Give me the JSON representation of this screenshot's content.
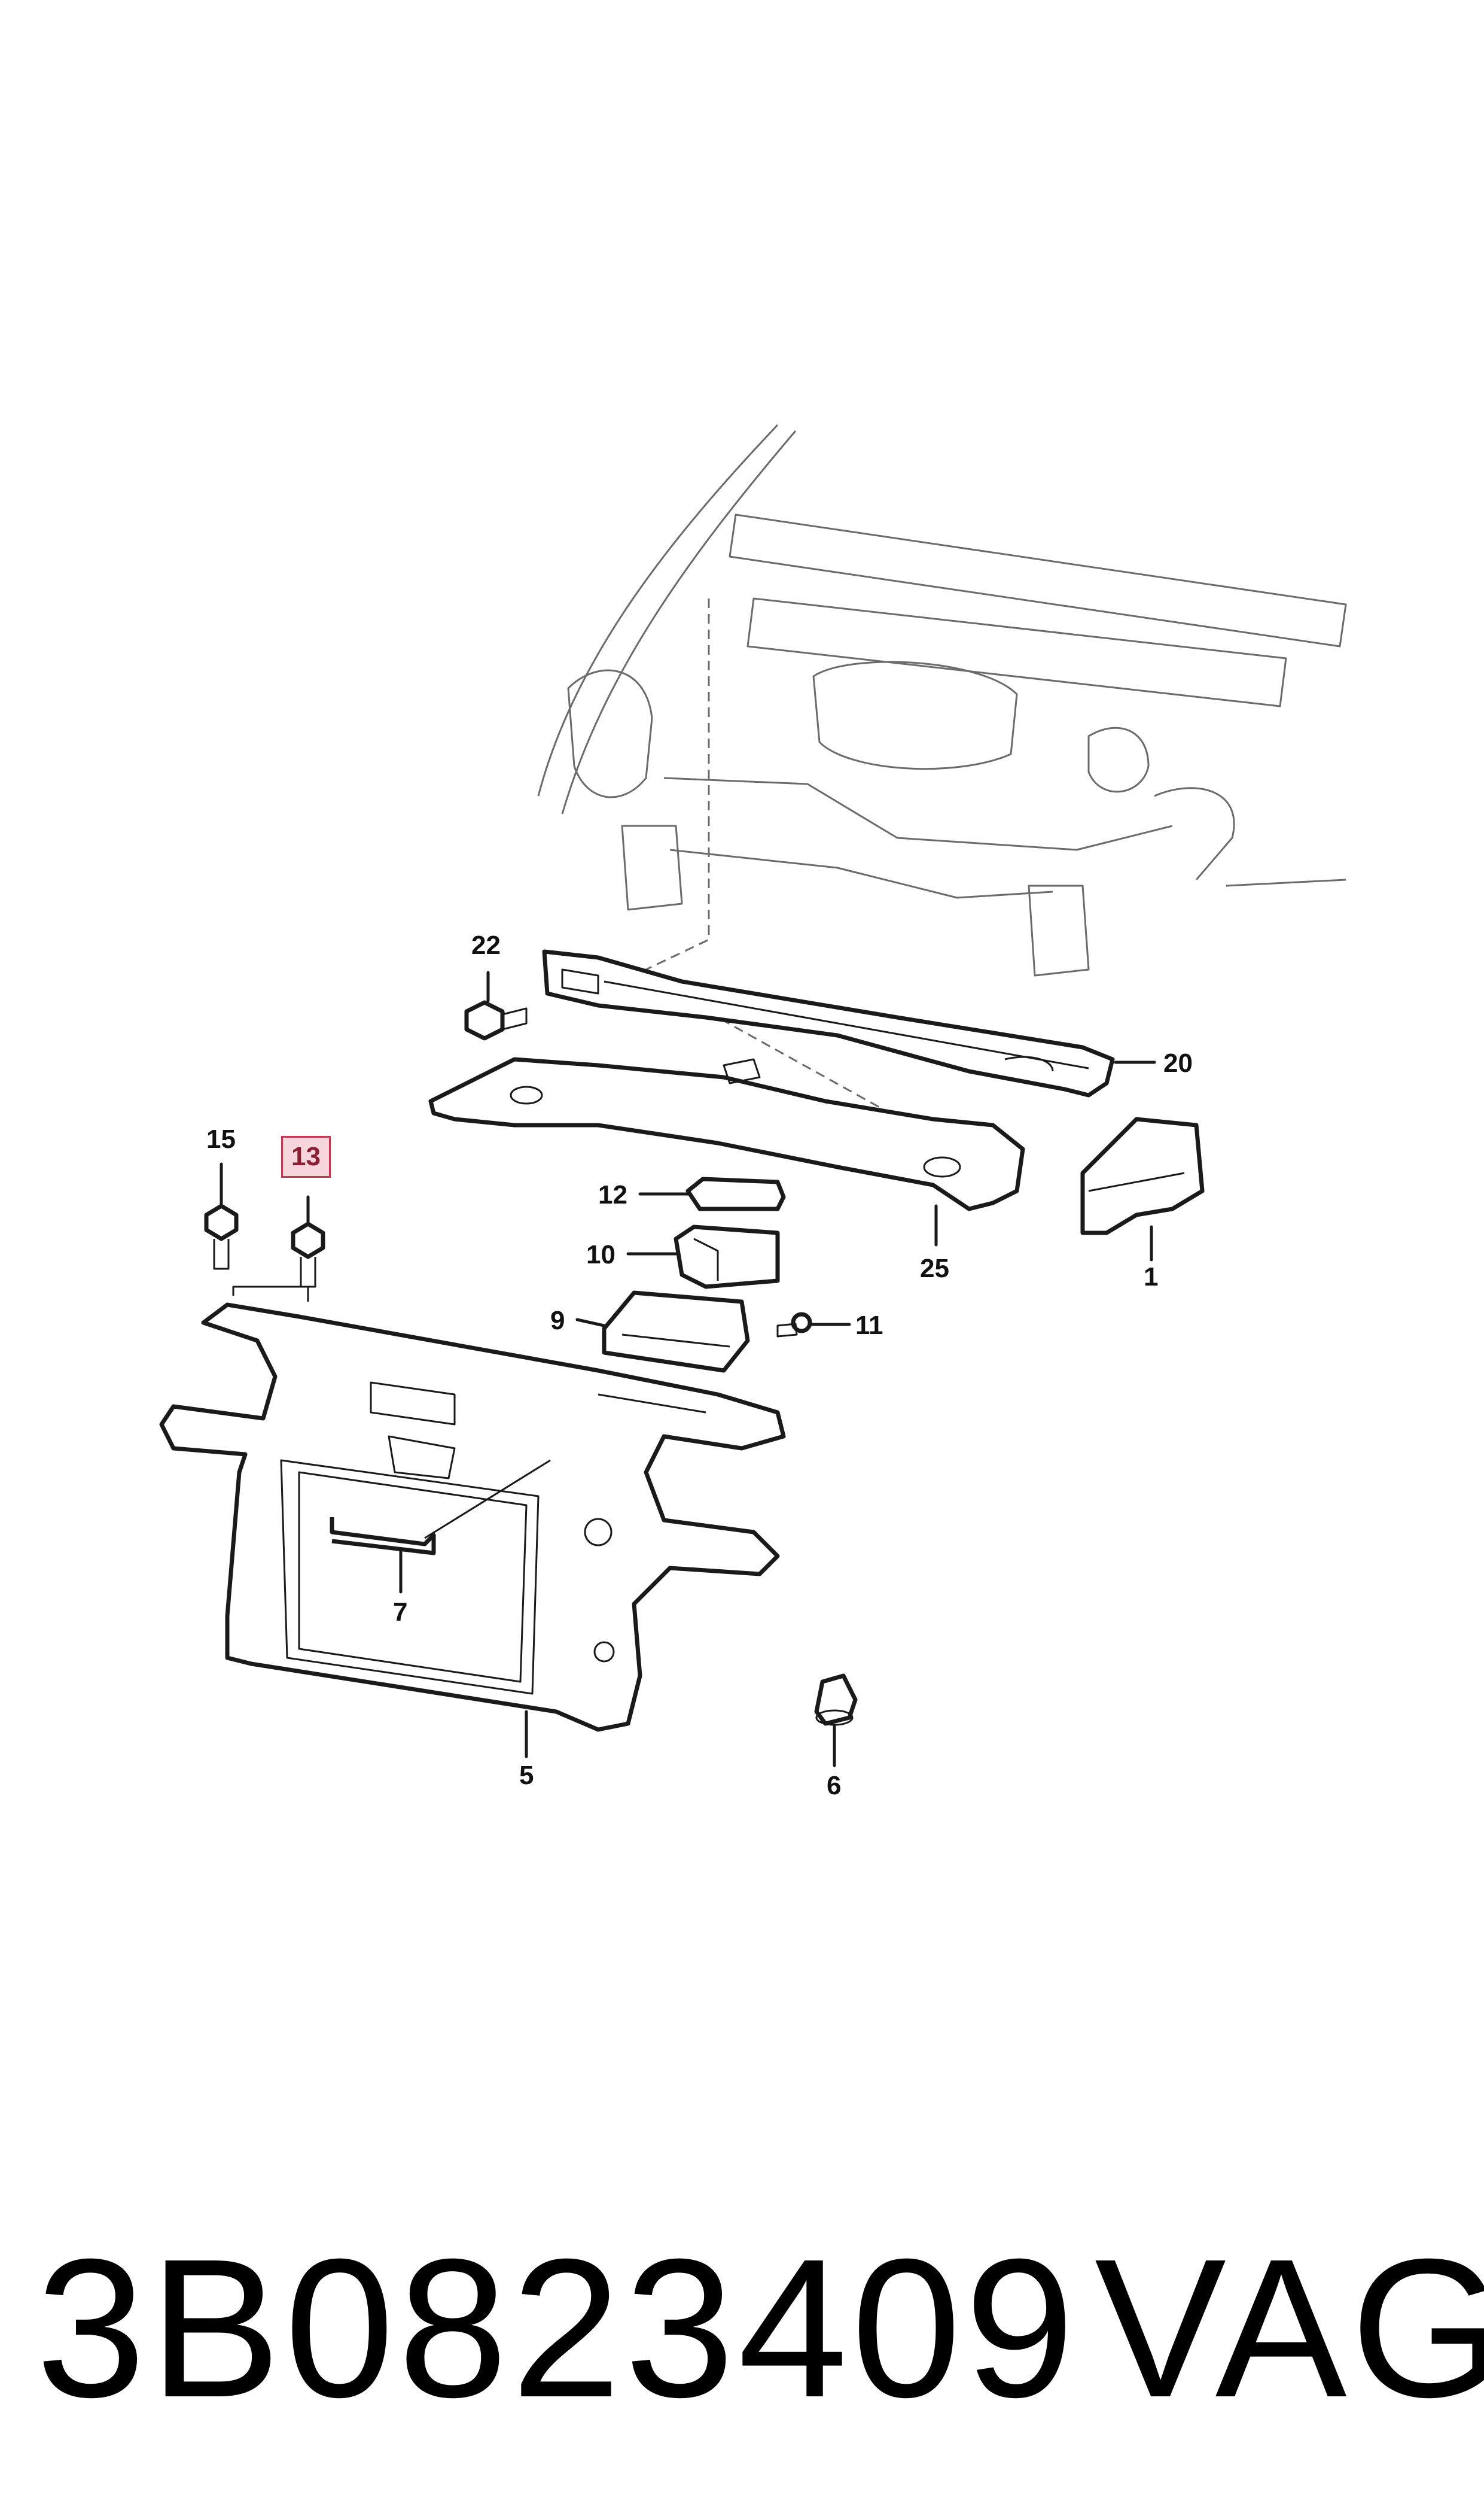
{
  "callouts": {
    "c22": "22",
    "c20": "20",
    "c15": "15",
    "c13": "13",
    "c12": "12",
    "c10": "10",
    "c9": "9",
    "c11": "11",
    "c25": "25",
    "c1": "1",
    "c7": "7",
    "c5": "5",
    "c6": "6"
  },
  "highlighted_part": "13",
  "highlight_color": "#f6d6dc",
  "footer": {
    "part_number": "3B0823409",
    "brand": "VAG"
  }
}
